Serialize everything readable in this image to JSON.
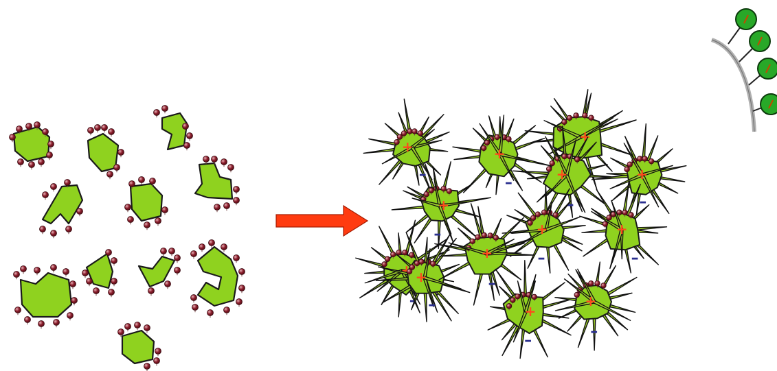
{
  "colors": {
    "background": "#ffffff",
    "particle_fill": "#8fd21f",
    "particle_outline": "#1a1a1a",
    "bead_fill": "#8b1d2c",
    "bead_highlight": "#e9b3b8",
    "spike_fill": "#9ccd2a",
    "positive_charge": "#ff4a1c",
    "negative_charge": "#2a2f8f",
    "arrow_fill": "#ff3b10",
    "arrow_outline": "#a31a00",
    "membrane_curve": "#b0b0b0",
    "coccus_fill": "#28a828"
  },
  "panels": {
    "left": {
      "name": "dispersed-coated-particles"
    },
    "center": {
      "name": "transition-arrow"
    },
    "right": {
      "name": "aggregated-spiked-cluster"
    },
    "top_right": {
      "name": "membrane-with-beads"
    }
  },
  "charge_symbols": {
    "positive": "+",
    "negative": "–"
  }
}
